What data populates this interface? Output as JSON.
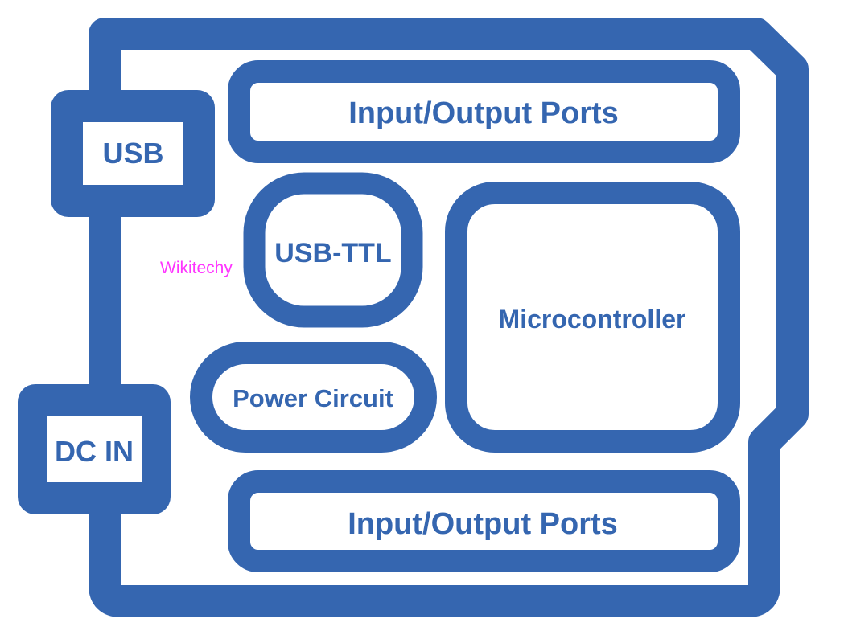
{
  "diagram": {
    "title": "Arduino board block diagram",
    "colors": {
      "primary": "#3566b0",
      "background": "#ffffff",
      "watermark": "#ff33ff"
    },
    "blocks": {
      "usb": {
        "label": "USB"
      },
      "dc_in": {
        "label": "DC IN"
      },
      "io_top": {
        "label": "Input/Output Ports"
      },
      "io_bottom": {
        "label": "Input/Output Ports"
      },
      "usb_ttl": {
        "label": "USB-TTL"
      },
      "power_circuit": {
        "label": "Power Circuit"
      },
      "microcontroller": {
        "label": "Microcontroller"
      }
    },
    "watermark": "Wikitechy"
  }
}
